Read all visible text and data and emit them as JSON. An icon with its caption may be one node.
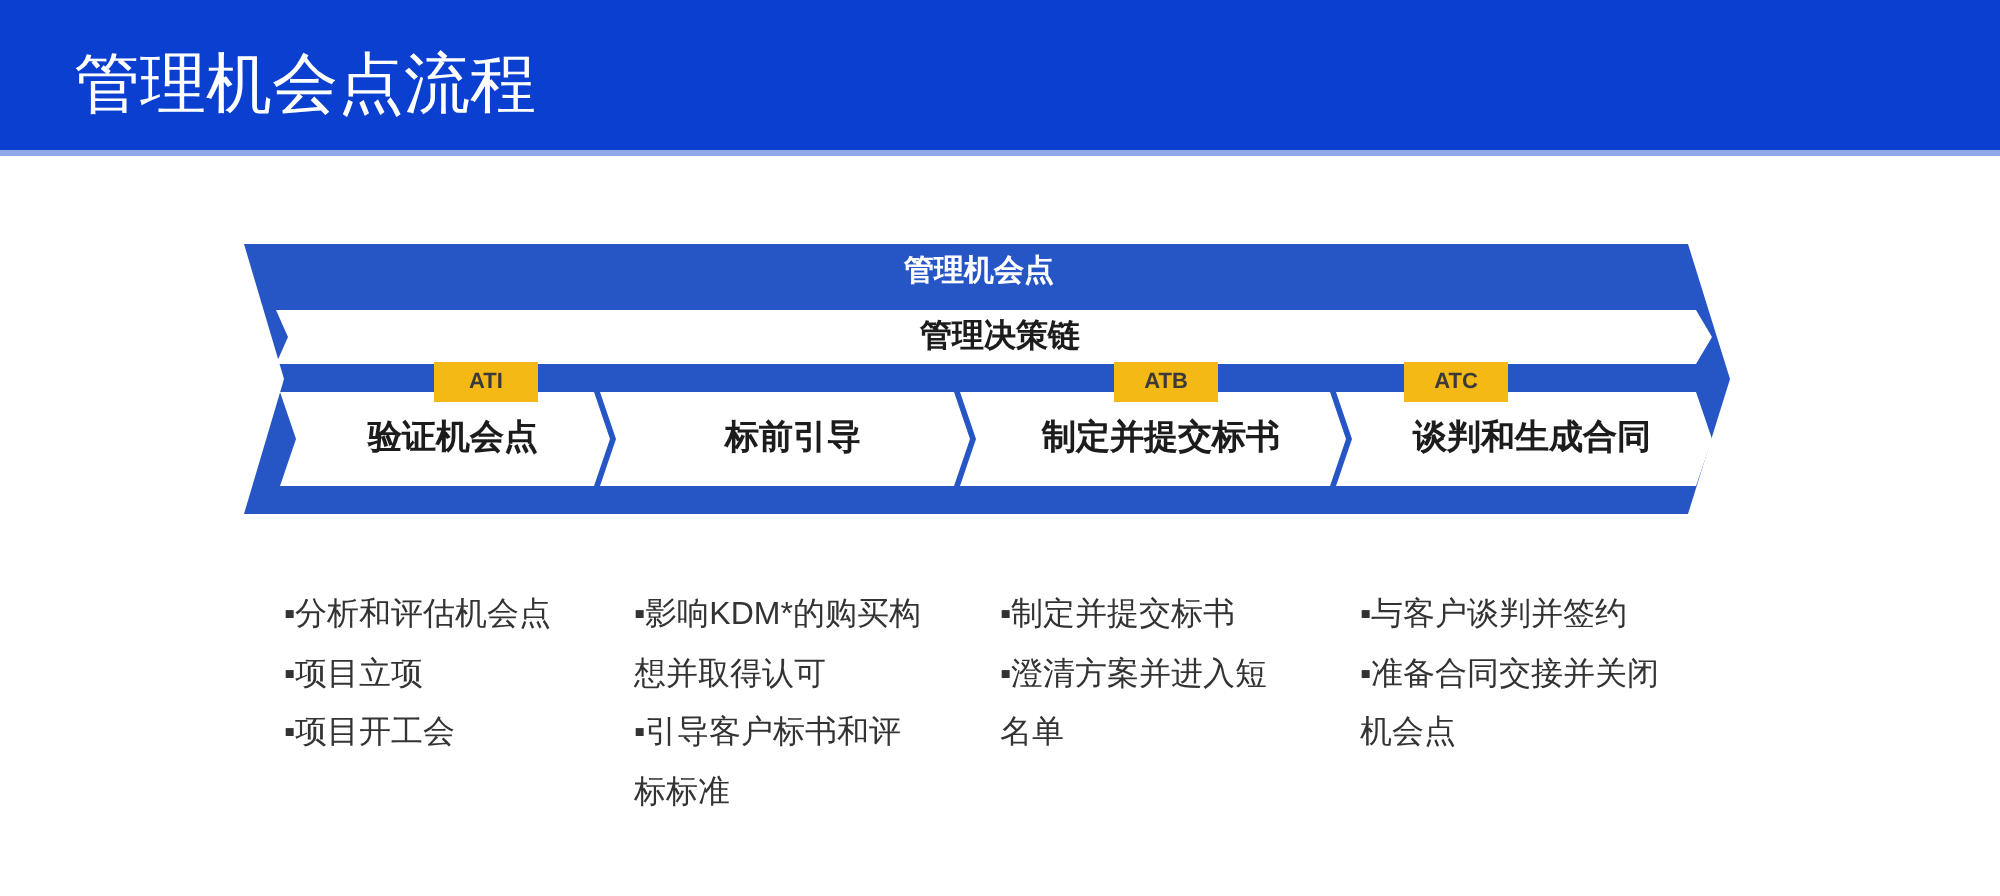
{
  "diagram": {
    "title": "管理机会点流程",
    "nodes": [
      {
        "text": [
          "管理机会点"
        ]
      },
      {
        "text": [
          "管理决策链"
        ],
        "in": 0
      },
      {
        "text": [
          "验证机会点"
        ],
        "in": 0
      },
      {
        "text": [
          "标前引导"
        ],
        "in": 0
      },
      {
        "text": [
          "制定并提交标书"
        ],
        "in": 0
      },
      {
        "text": [
          "谈判和生成合同"
        ],
        "in": 0
      },
      {
        "text": [
          "ATI"
        ],
        "in": 0
      },
      {
        "text": [
          "ATB"
        ],
        "in": 0
      },
      {
        "text": [
          "ATC"
        ],
        "in": 0
      }
    ],
    "labels": [
      "▪分析和评估机会点",
      "▪项目立项",
      "▪项目开工会",
      "▪影响KDM*的购买构想并取得认可",
      "▪引导客户标书和评标标准",
      "▪制定并提交标书",
      "▪澄清方案并进入短名单",
      "▪与客户谈判并签约",
      "▪准备合同交接并关闭机会点"
    ]
  }
}
